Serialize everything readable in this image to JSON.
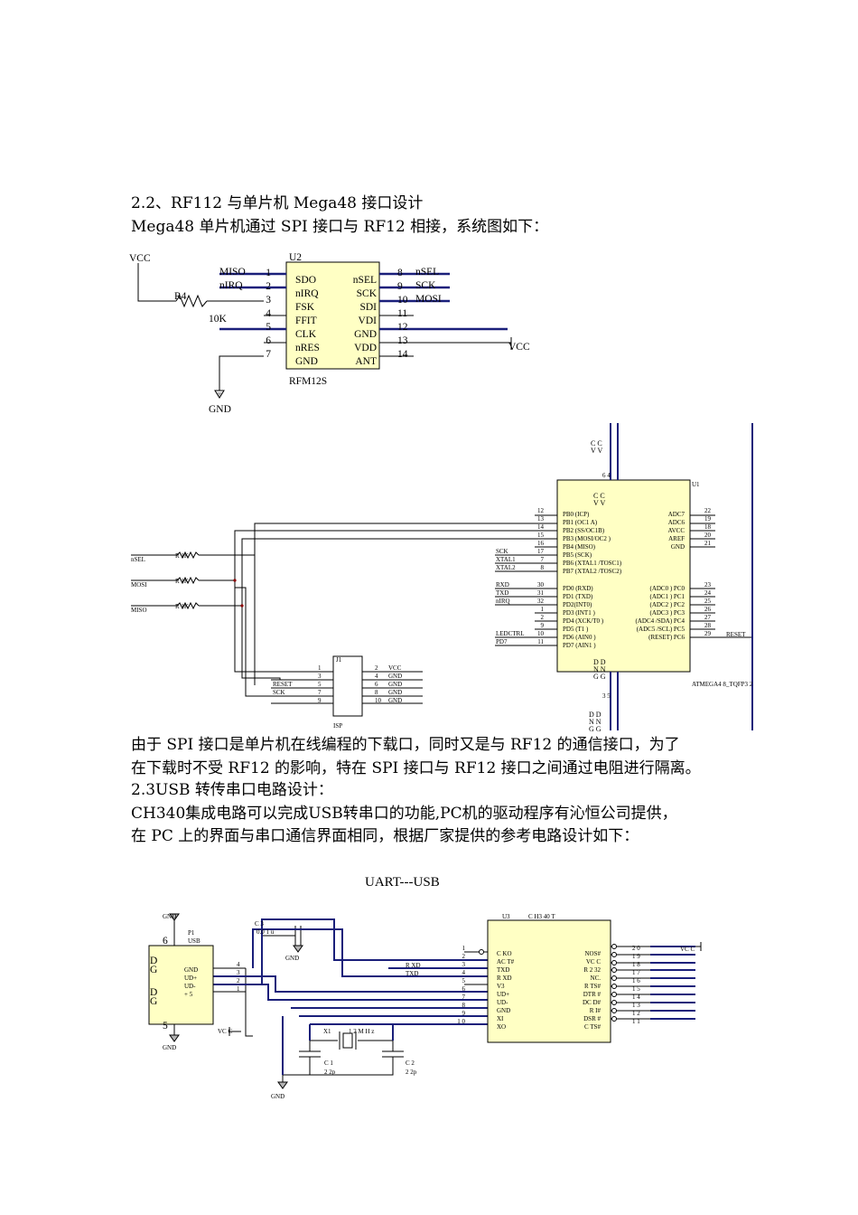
{
  "paragraphs": {
    "p1": "2.2、RF112 与单片机 Mega48 接口设计",
    "p2": "Mega48 单片机通过 SPI 接口与 RF12 相接，系统图如下：",
    "p3": "由于 SPI 接口是单片机在线编程的下载口，同时又是与 RF12 的通信接口，为了",
    "p4": "在下载时不受 RF12 的影响，特在 SPI 接口与 RF12 接口之间通过电阻进行隔离。",
    "p5": "2.3USB 转传串口电路设计：",
    "p6": "CH340集成电路可以完成USB转串口的功能,PC机的驱动程序有沁恒公司提供，",
    "p7": "在 PC 上的界面与串口通信界面相同，根据厂家提供的参考电路设计如下："
  },
  "rfm": {
    "vcc": "VCC",
    "ref": "U2",
    "part": "RFM12S",
    "r_ref": "R4",
    "r_val": "10K",
    "gnd": "GND",
    "vcc2": "VCC",
    "left_nets": [
      "MISO",
      "nIRQ"
    ],
    "right_nets": [
      "nSEL",
      "SCK",
      "MOSI"
    ],
    "left_pins": [
      "SDO",
      "nIRQ",
      "FSK",
      "FFIT",
      "CLK",
      "nRES",
      "GND"
    ],
    "right_pins": [
      "nSEL",
      "SCK",
      "SDI",
      "VDI",
      "GND",
      "VDD",
      "ANT"
    ],
    "left_nums": [
      "1",
      "2",
      "3",
      "4",
      "5",
      "6",
      "7"
    ],
    "right_nums": [
      "8",
      "9",
      "10",
      "11",
      "12",
      "13",
      "14"
    ]
  },
  "mcu": {
    "ref": "U1",
    "part": "ATMEGA4 8_TQFP3 2",
    "isp": "ISP",
    "j": "J1",
    "top_vcc": "C C\nV V",
    "top_nums": "6 4",
    "bot_nums": "3 5",
    "bot_gnd": "D D\nN N\nG G",
    "in_vcc": "C C\nV V",
    "in_gnd": "D D\nN N\nG G",
    "r_nets": [
      "nSEL",
      "MOSI",
      "MISO"
    ],
    "r_lbls": [
      "R 1K",
      "R 1K",
      "R 1K"
    ],
    "left_nets": [
      "SCK",
      "XTAL1",
      "XTAL2",
      "RXD",
      "TXD",
      "nIRQ",
      "LEDCTRL",
      "PD7"
    ],
    "pb_pins": [
      "PB0 (ICP)",
      "PB1 (OC1 A)",
      "PB2 (SS/OC1B)",
      "PB3 (MOSI/OC2 )",
      "PB4 (MISO)",
      "PB5 (SCK)",
      "PB6 (XTAL1 /TOSC1)",
      "PB7 (XTAL2 /TOSC2)"
    ],
    "pb_nums": [
      "12",
      "13",
      "14",
      "15",
      "16",
      "17",
      "7",
      "8"
    ],
    "pd_pins": [
      "PD0 (RXD)",
      "PD1 (TXD)",
      "PD2(INT0)",
      "PD3 (INT1 )",
      "PD4 (XCK/T0 )",
      "PD5 (T1 )",
      "PD6 (AIN0 )",
      "PD7 (AIN1 )"
    ],
    "pd_nums": [
      "30",
      "31",
      "32",
      "1",
      "2",
      "9",
      "10",
      "11"
    ],
    "adc_pins": [
      "ADC7",
      "ADC6",
      "AVCC",
      "AREF",
      "GND"
    ],
    "adc_nums": [
      "22",
      "19",
      "18",
      "20",
      "21"
    ],
    "pc_pins": [
      "(ADC0 ) PC0",
      "(ADC1 ) PC1",
      "(ADC2 ) PC2",
      "(ADC3 ) PC3",
      "(ADC4 /SDA) PC4",
      "(ADC5 /SCL) PC5",
      "(RESET) PC6"
    ],
    "pc_nums": [
      "23",
      "24",
      "25",
      "26",
      "27",
      "28",
      "29"
    ],
    "reset": "RESET",
    "isp_left_nums": [
      "1",
      "3",
      "5",
      "7",
      "9"
    ],
    "isp_right_nums": [
      "2",
      "4",
      "6",
      "8",
      "10"
    ],
    "isp_left_nets": [
      "RESET",
      "SCK"
    ],
    "isp_right_nets": [
      "VCC",
      "GND",
      "GND",
      "GND",
      "GND"
    ]
  },
  "usb": {
    "title": "UART---USB",
    "gnd_top": "GND",
    "p1": "P1",
    "usb": "USB",
    "six": "6",
    "five": "5",
    "gnd_bot": "GND",
    "conn_pins": [
      "GND",
      "UD+",
      "UD-",
      "+ 5"
    ],
    "conn_nums": [
      "4",
      "3",
      "2",
      "1"
    ],
    "d_g": "D\nG",
    "vcc_l": "VC C",
    "c3": "C 3",
    "c3v": "0.0 1 u",
    "gnd_c3": "GND",
    "x1": "X1",
    "xv": "1 2 M H z",
    "c1": "C 1",
    "c1v": "2 2p",
    "c2": "C 2",
    "c2v": "2 2p",
    "gnd_x": "GND",
    "rxd": "R XD",
    "txd": "TXD",
    "u3": "U3",
    "ch": "C H3 40 T",
    "l_pins": [
      "C KO",
      "AC T#",
      "TXD",
      "R XD",
      "V3",
      "UD+",
      "UD-",
      "GND",
      "XI",
      "XO"
    ],
    "l_nums": [
      "1",
      "2",
      "3",
      "4",
      "5",
      "6",
      "7",
      "8",
      "9",
      "1 0"
    ],
    "r_pins": [
      "NOS#",
      "VC C",
      "R 2 32",
      "NC.",
      "R TS#",
      "DTR #",
      "DC D#",
      "R I#",
      "DSR #",
      "C TS#"
    ],
    "r_nums": [
      "2 0",
      "1 9",
      "1 8",
      "1 7",
      "1 6",
      "1 5",
      "1 4",
      "1 3",
      "1 2",
      "1 1"
    ],
    "vcc_r": "VC C"
  }
}
